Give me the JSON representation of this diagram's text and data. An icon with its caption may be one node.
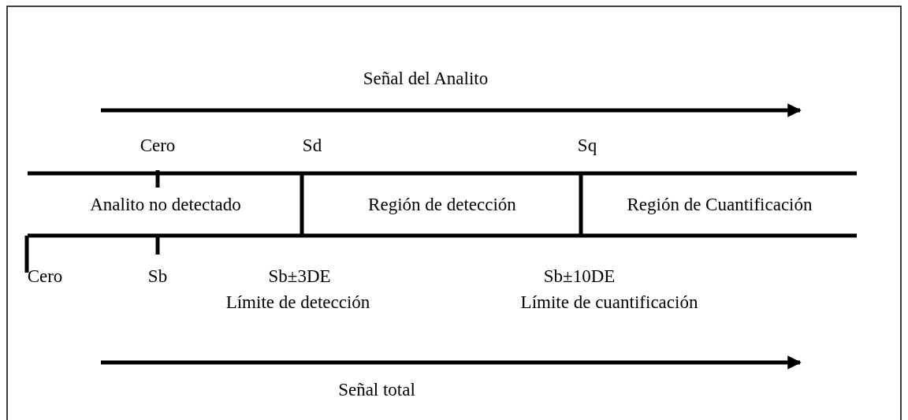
{
  "diagram": {
    "nodes": [
      {
        "text": [
          "Analito no detectado"
        ]
      },
      {
        "text": [
          "Región de detección"
        ]
      },
      {
        "text": [
          "Región de Cuantificación"
        ]
      }
    ],
    "labels": [
      "Señal del Analito",
      "Cero",
      "Sd",
      "Sq",
      "Cero",
      "Sb",
      "Sb±3DE",
      "Sb±10DE",
      "Límite de detección",
      "Límite de cuantificación",
      "Señal total"
    ]
  }
}
